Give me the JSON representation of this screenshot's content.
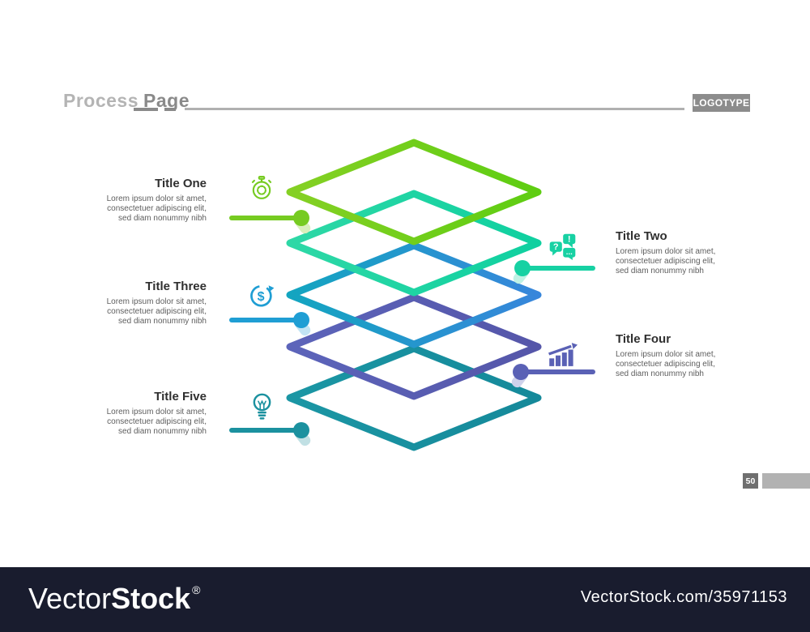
{
  "header": {
    "title_part1": "Process",
    "title_part2": "Page",
    "logotype": "LOGOTYPE"
  },
  "items": [
    {
      "title": "Title One",
      "color": "#76cb21",
      "color_soft": "#d9efbc",
      "icon": "stopwatch-icon"
    },
    {
      "title": "Title Two",
      "color": "#17d1a3",
      "color_soft": "#c0f2e5",
      "icon": "chat-bubbles-icon",
      "glyphs": [
        "?",
        "!",
        "..."
      ]
    },
    {
      "title": "Title Three",
      "color": "#1f9ed4",
      "color_soft": "#c2e4f4",
      "icon": "dollar-refresh-icon",
      "glyph": "$"
    },
    {
      "title": "Title Four",
      "color": "#5a61b5",
      "color_soft": "#cfd2eb",
      "icon": "growth-chart-icon"
    },
    {
      "title": "Title Five",
      "color": "#1b919f",
      "color_soft": "#c1e0e4",
      "icon": "lightbulb-icon"
    }
  ],
  "body_lines": [
    "Lorem ipsum dolor sit amet,",
    "consectetuer adipiscing elit,",
    "sed diam nonummy nibh"
  ],
  "diagram": {
    "layers": [
      {
        "name": "layer-1",
        "color_left": "#85d024",
        "color_right": "#5ecd12"
      },
      {
        "name": "layer-2",
        "color_left": "#2ed8a6",
        "color_right": "#0fd0a0"
      },
      {
        "name": "layer-3",
        "color_left": "#13a5c0",
        "color_right": "#3786db"
      },
      {
        "name": "layer-4",
        "color_left": "#5c64ba",
        "color_right": "#5556a9"
      },
      {
        "name": "layer-5",
        "color_left": "#1b96a4",
        "color_right": "#15899a"
      }
    ]
  },
  "page_number": "50",
  "footer": {
    "brand_part1": "Vector",
    "brand_part2": "Stock",
    "registered": "®",
    "url": "VectorStock.com/35971153"
  }
}
